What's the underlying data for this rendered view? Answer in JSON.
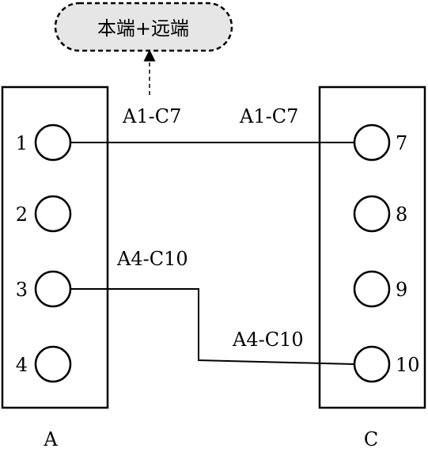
{
  "callout": {
    "text": "本端+远端"
  },
  "blocks": {
    "a": {
      "label": "A",
      "pins": [
        "1",
        "2",
        "3",
        "4"
      ]
    },
    "c": {
      "label": "C",
      "pins": [
        "7",
        "8",
        "9",
        "10"
      ]
    }
  },
  "wires": [
    {
      "from": "A1",
      "to": "C7",
      "label_near_a": "A1-C7",
      "label_near_c": "A1-C7"
    },
    {
      "from": "A3",
      "to": "C10",
      "label_near_a": "A4-C10",
      "label_near_c": "A4-C10"
    }
  ],
  "colors": {
    "line": "#000000",
    "callout_fill": "#e6e6e6"
  }
}
